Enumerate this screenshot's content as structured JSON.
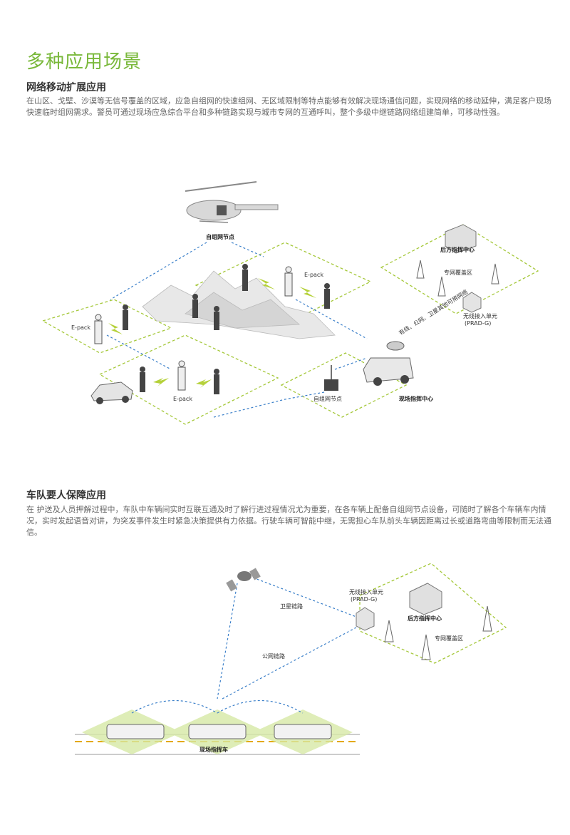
{
  "page": {
    "title": "多种应用场景"
  },
  "section1": {
    "heading": "网络移动扩展应用",
    "paragraph": "在山区、戈壁、沙漠等无信号覆盖的区域，应急自组网的快速组网、无区域限制等特点能够有效解决现场通信问题，实现网络的移动延伸，满足客户现场快速临时组网需求。警员可通过现场应急综合平台和多种链路实现与城市专网的互通呼叫，整个多级中继链路网络组建简单，可移动性强。",
    "labels": {
      "heli_node": "自组网节点",
      "rear_center": "后方指挥中心",
      "private_coverage": "专网覆盖区",
      "wireless_access": "无线接入单元",
      "prad": "(PRAD-G)",
      "epack_top": "E-pack",
      "epack_left": "E-pack",
      "epack_bottom": "E-pack",
      "links": "有线、公网、卫星其他可用网络",
      "ground_node": "自组网节点",
      "site_center": "现场指挥中心"
    }
  },
  "section2": {
    "heading": "车队要人保障应用",
    "paragraph": "在      护送及人员押解过程中，车队中车辆间实时互联互通及时了解行进过程情况尤为重要，在各车辆上配备自组网节点设备，可随时了解各个车辆车内情况，实时发起语音对讲，为突发事件发生时紧急决策提供有力依据。行驶车辆可智能中继，无需担心车队前头车辆因距离过长或道路弯曲等限制而无法通信。",
    "labels": {
      "wireless_access": "无线接入单元",
      "prad": "(PRAD-G)",
      "rear_center": "后方指挥中心",
      "private_coverage": "专网覆盖区",
      "satellite_link": "卫星链路",
      "public_link": "公网链路",
      "site_vehicle": "现场指挥车"
    }
  },
  "colors": {
    "accent": "#79b83a",
    "dashed_green": "#a5c83a",
    "dashed_blue": "#3a7fc9"
  }
}
